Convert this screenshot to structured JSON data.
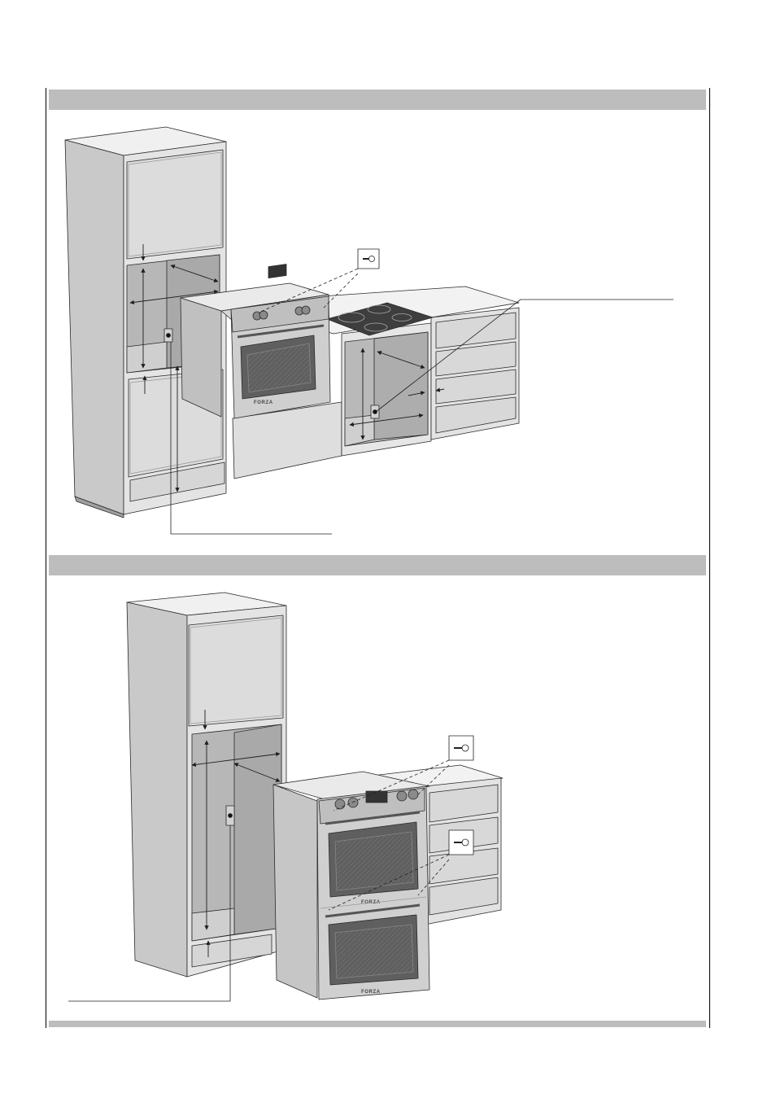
{
  "document": {
    "sections": [
      {
        "id": "single-oven-installation",
        "header_text": ""
      },
      {
        "id": "double-oven-installation",
        "header_text": ""
      }
    ]
  },
  "illustrations": {
    "single": {
      "brand_mark": "FORZA"
    },
    "double": {
      "brand_mark_upper": "FORZA",
      "brand_mark_lower": "FORZA"
    }
  },
  "colors": {
    "band": "#bdbdbd",
    "cabinet_light": "#e8e8e8",
    "cabinet_mid": "#d9d9d9",
    "cabinet_dark": "#bcbcbc",
    "oven_steel": "#cfcfcf",
    "oven_window": "#5a5a5a",
    "line": "#2a2a2a"
  }
}
